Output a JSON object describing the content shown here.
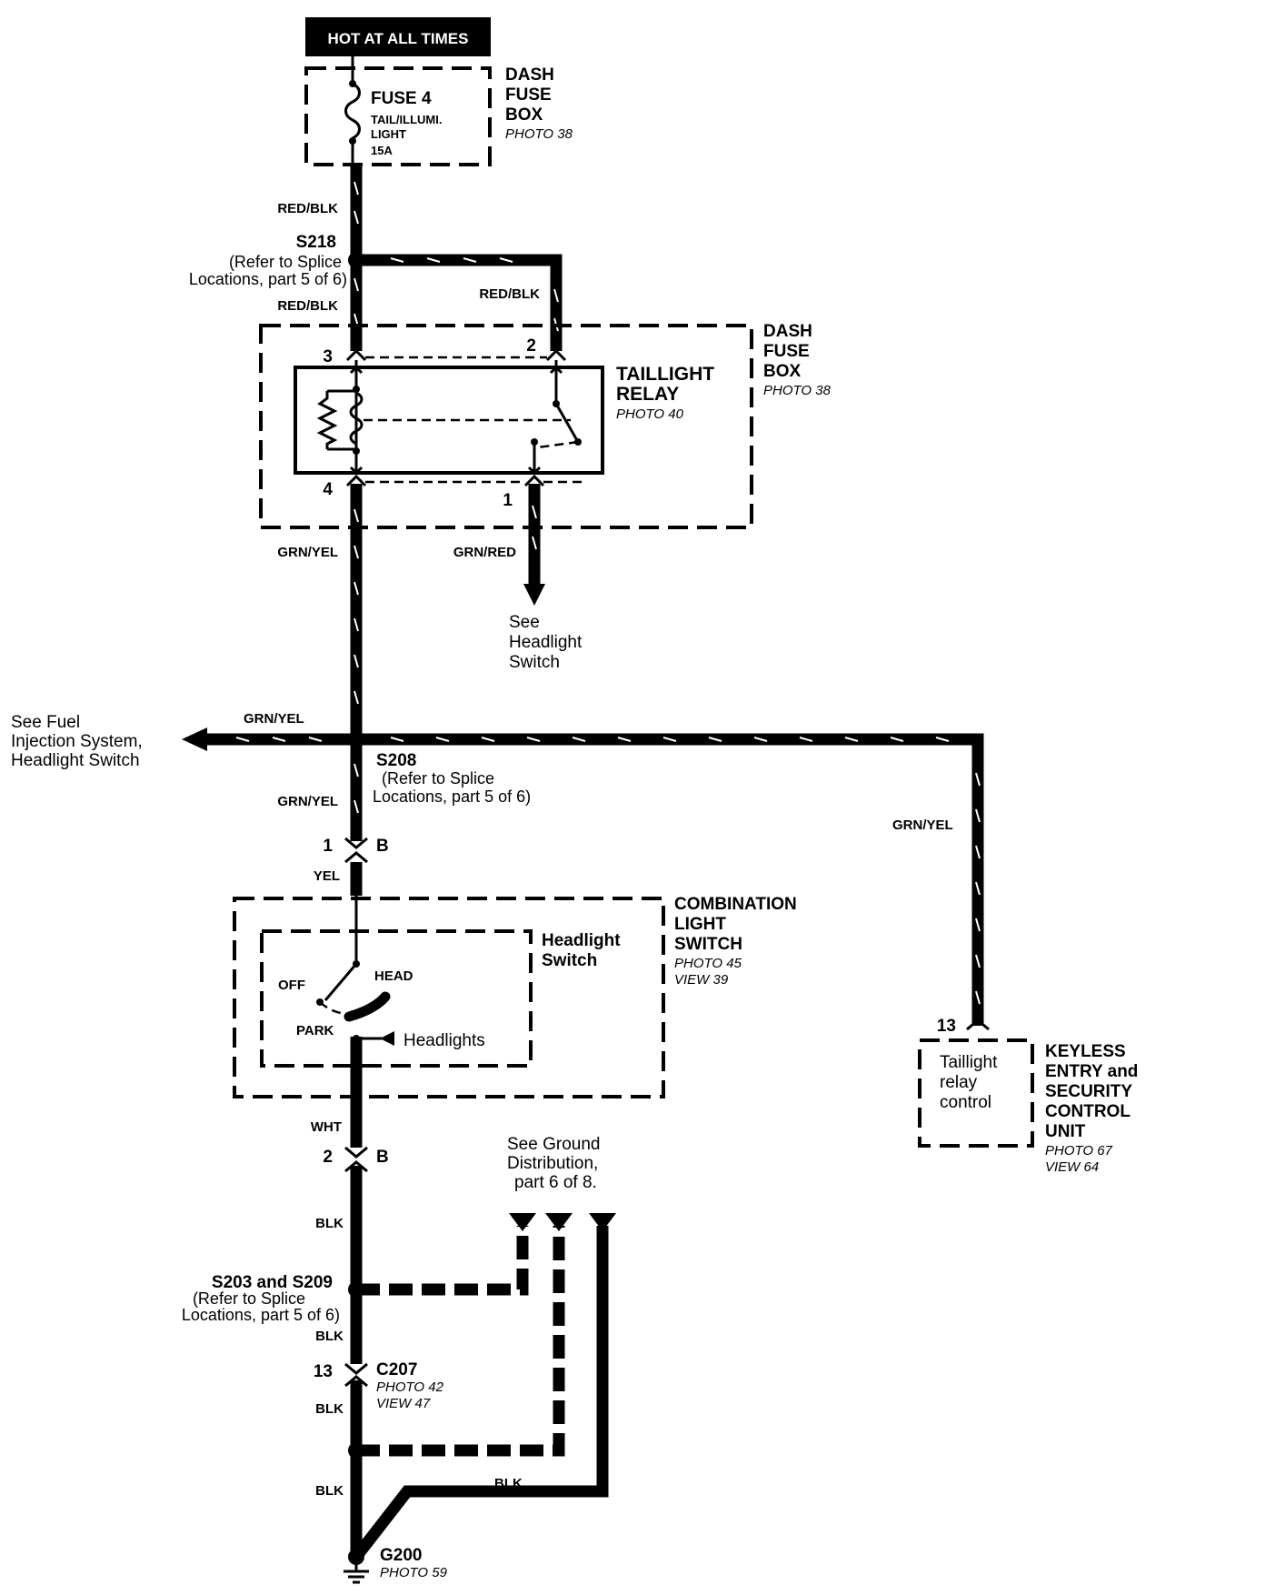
{
  "power_label": "HOT AT ALL TIMES",
  "fuse": {
    "name": "FUSE 4",
    "desc1": "TAIL/ILLUMI.",
    "desc2": "LIGHT",
    "rating": "15A"
  },
  "dash_fuse_box_top": {
    "l1": "DASH",
    "l2": "FUSE",
    "l3": "BOX",
    "photo": "PHOTO 38"
  },
  "dash_fuse_box_relay": {
    "l1": "DASH",
    "l2": "FUSE",
    "l3": "BOX",
    "photo": "PHOTO 38"
  },
  "wires": {
    "red_blk_1": "RED/BLK",
    "red_blk_2": "RED/BLK",
    "red_blk_3": "RED/BLK",
    "grn_yel_1": "GRN/YEL",
    "grn_red": "GRN/RED",
    "grn_yel_2": "GRN/YEL",
    "grn_yel_3": "GRN/YEL",
    "grn_yel_4": "GRN/YEL",
    "yel": "YEL",
    "wht": "WHT",
    "blk_1": "BLK",
    "blk_2": "BLK",
    "blk_3": "BLK",
    "blk_4": "BLK",
    "blk_5": "BLK"
  },
  "s218": {
    "name": "S218",
    "ref1": "(Refer to  Splice",
    "ref2": "Locations, part  5 of 6)"
  },
  "relay": {
    "l1": "TAILLIGHT",
    "l2": "RELAY",
    "photo": "PHOTO 40",
    "pin3": "3",
    "pin2": "2",
    "pin4": "4",
    "pin1": "1"
  },
  "see_headlight": {
    "l1": "See",
    "l2": "Headlight",
    "l3": "Switch"
  },
  "see_fuel": {
    "l1": "See Fuel",
    "l2": "Injection System,",
    "l3": "Headlight Switch"
  },
  "s208": {
    "name": "S208",
    "ref1": "(Refer to  Splice",
    "ref2": "Locations, part  5 of 6)"
  },
  "conn_b_top": {
    "pin": "1",
    "conn": "B"
  },
  "conn_b_bottom": {
    "pin": "2",
    "conn": "B"
  },
  "combo_switch": {
    "l1": "COMBINATION",
    "l2": "LIGHT",
    "l3": "SWITCH",
    "photo": "PHOTO 45",
    "view": "VIEW 39"
  },
  "headlight_switch": {
    "l1": "Headlight",
    "l2": "Switch",
    "off": "OFF",
    "head": "HEAD",
    "park": "PARK",
    "headlights": "Headlights"
  },
  "keyless": {
    "pin": "13",
    "ctrl1": "Taillight",
    "ctrl2": "relay",
    "ctrl3": "control",
    "l1": "KEYLESS",
    "l2": "ENTRY and",
    "l3": "SECURITY",
    "l4": "CONTROL",
    "l5": "UNIT",
    "photo": "PHOTO 67",
    "view": "VIEW 64"
  },
  "see_ground": {
    "l1": "See Ground",
    "l2": "Distribution,",
    "l3": "part 6 of 8."
  },
  "s203": {
    "name": "S203 and S209",
    "ref1": "(Refer to  Splice",
    "ref2": "Locations, part  5 of 6)"
  },
  "c207": {
    "pin": "13",
    "name": "C207",
    "photo": "PHOTO 42",
    "view": "VIEW 47"
  },
  "g200": {
    "name": "G200",
    "photo": "PHOTO 59"
  }
}
